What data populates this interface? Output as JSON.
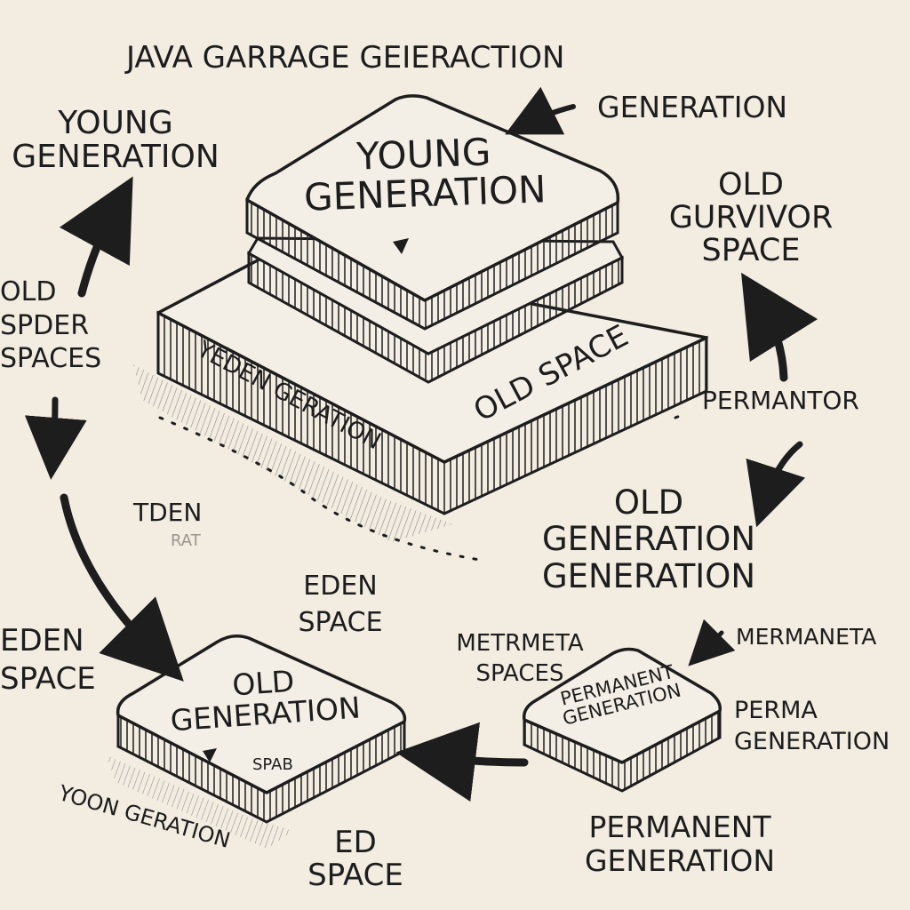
{
  "title": "JAVA GARRAGE GEIERACTION",
  "colors": {
    "background": "#f2ece1",
    "ink": "#1d1d1d",
    "slab_face": "#f4efe6",
    "hatch": "#2a2a2a"
  },
  "stack": {
    "top_slab_label_line1": "YOUNG",
    "top_slab_label_line2": "GENERATION",
    "base_left_label": "YEDEN GERATION",
    "base_right_label": "OLD SPACE"
  },
  "old_gen_slab": {
    "label_line1": "OLD",
    "label_line2": "GENERATION",
    "sub_label": "SPAB"
  },
  "perm_slab": {
    "label_line1": "PERMANENT",
    "label_line2": "GENERATION"
  },
  "labels": {
    "top_right_generation": "GENERATION",
    "young_generation_line1": "YOUNG",
    "young_generation_line2": "GENERATION",
    "old_survivor_line1": "OLD",
    "old_survivor_line2": "GURVIVOR",
    "old_survivor_line3": "SPACE",
    "old_spder_line1": "OLD",
    "old_spder_line2": "SPDER",
    "old_spder_line3": "SPACES",
    "permantor": "PERMANTOR",
    "tden": "TDEN",
    "tden_faint": "RAT",
    "old_gen_big_line1": "OLD",
    "old_gen_big_line2": "GENERATION",
    "old_gen_big_line3": "GENERATION",
    "eden_space_mid_line1": "EDEN",
    "eden_space_mid_line2": "SPACE",
    "eden_space_left_line1": "EDEN",
    "eden_space_left_line2": "SPACE",
    "metameta_line1": "METRMETA",
    "metameta_line2": "SPACES",
    "mermaneta": "MERMANETA",
    "perma_gen_line1": "PERMA",
    "perma_gen_line2": "GENERATION",
    "yoon_geration": "YOON GERATION",
    "ed_space_line1": "ED",
    "ed_space_line2": "SPACE",
    "permanent_gen_line1": "PERMANENT",
    "permanent_gen_line2": "GENERATION"
  }
}
